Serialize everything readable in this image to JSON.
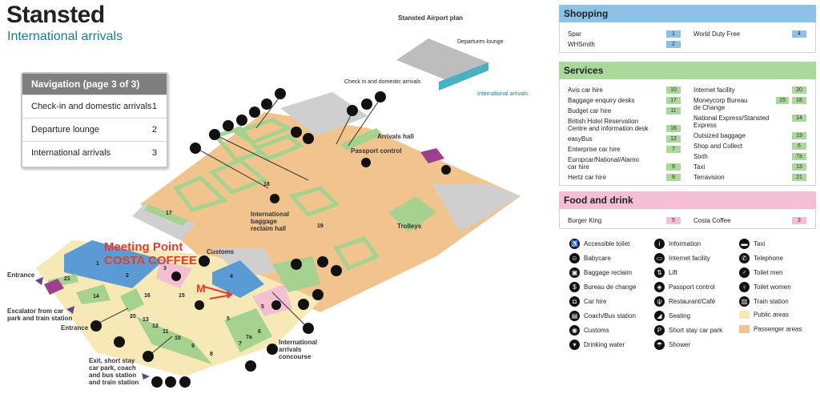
{
  "header": {
    "title": "Stansted",
    "subtitle": "International arrivals"
  },
  "plan": {
    "title": "Stansted Airport plan",
    "departures": "Departures lounge",
    "checkin": "Check in and domestic arrivals",
    "international": "International arrivals"
  },
  "navigation": {
    "title": "Navigation (page 3 of 3)",
    "items": [
      {
        "label": "Check-in and domestic arrivals",
        "num": "1"
      },
      {
        "label": "Departure lounge",
        "num": "2"
      },
      {
        "label": "International arrivals",
        "num": "3"
      }
    ]
  },
  "map_labels": {
    "arrivals_hall": "Arrivals hall",
    "passport_control": "Passport control",
    "baggage_hall_1": "International",
    "baggage_hall_2": "baggage",
    "baggage_hall_3": "reclaim hall",
    "trolleys": "Trolleys",
    "customs": "Customs",
    "meeting_1": "Meeting Point",
    "meeting_2": "COSTA COFFEE",
    "m_marker": "M",
    "entrance_left": "Entrance",
    "entrance_bottom": "Entrance",
    "escalator_1": "Escalator from car",
    "escalator_2": "park and train station",
    "exit_1": "Exit, short stay",
    "exit_2": "car park, coach",
    "exit_3": "and bus station",
    "exit_4": "and train station",
    "concourse_1": "International",
    "concourse_2": "arrivals",
    "concourse_3": "concourse",
    "nums": {
      "n1": "1",
      "n2": "2",
      "n3": "3",
      "n4": "4",
      "n5": "5",
      "n5b": "5",
      "n6": "6",
      "n7": "7",
      "n7a": "7a",
      "n8": "8",
      "n9": "9",
      "n10": "10",
      "n11": "11",
      "n12": "12",
      "n13": "13",
      "n14": "14",
      "n15": "15",
      "n16": "16",
      "n17": "17",
      "n18": "18",
      "n19": "19",
      "n20": "20",
      "n21": "21"
    }
  },
  "shopping": {
    "title": "Shopping",
    "items": [
      {
        "label": "Spar",
        "num": "1"
      },
      {
        "label": "WHSmith",
        "num": "2"
      },
      {
        "label": "World Duty Free",
        "num": "4"
      }
    ]
  },
  "services": {
    "title": "Services",
    "left": [
      {
        "label": "Avis car hire",
        "num": "10"
      },
      {
        "label": "Baggage enquiry desks",
        "num": "17"
      },
      {
        "label": "Budget car hire",
        "num": "11"
      },
      {
        "label": "British Hotel Reservation",
        "label2": "Centre and information desk",
        "num": "16"
      },
      {
        "label": "easyBus",
        "num": "12"
      },
      {
        "label": "Enterprise car hire",
        "num": "7"
      },
      {
        "label": "Europcar/National/Alamo",
        "label2": "car hire",
        "num": "9"
      },
      {
        "label": "Hertz car hire",
        "num": "8"
      }
    ],
    "right": [
      {
        "label": "Internet facility",
        "num": "20"
      },
      {
        "label": "Moneycorp Bureau",
        "label2": "de Change",
        "num": "15",
        "num2": "18"
      },
      {
        "label": "National Express/Stansted",
        "label2": "Express",
        "num": "14"
      },
      {
        "label": "Outsized baggage",
        "num": "19"
      },
      {
        "label": "Shop and Collect",
        "num": "6"
      },
      {
        "label": "Sixth",
        "num": "7a"
      },
      {
        "label": "Taxi",
        "num": "13"
      },
      {
        "label": "Terravision",
        "num": "21"
      }
    ]
  },
  "food": {
    "title": "Food and drink",
    "items": [
      {
        "label": "Burger King",
        "num": "5"
      },
      {
        "label": "Costa Coffee",
        "num": "3"
      }
    ]
  },
  "legend": {
    "col1": [
      {
        "label": "Accessible toilet",
        "icon": "wheelchair-icon",
        "glyph": "♿"
      },
      {
        "label": "Babycare",
        "icon": "baby-icon",
        "glyph": "☺"
      },
      {
        "label": "Baggage reclaim",
        "icon": "baggage-icon",
        "glyph": "▣"
      },
      {
        "label": "Bureau de change",
        "icon": "exchange-icon",
        "glyph": "$"
      },
      {
        "label": "Car hire",
        "icon": "car-icon",
        "glyph": "◘"
      },
      {
        "label": "Coach/Bus station",
        "icon": "bus-icon",
        "glyph": "▤"
      },
      {
        "label": "Customs",
        "icon": "customs-icon",
        "glyph": "◉"
      },
      {
        "label": "Drinking water",
        "icon": "water-icon",
        "glyph": "▾"
      }
    ],
    "col2": [
      {
        "label": "Information",
        "icon": "info-icon",
        "glyph": "i"
      },
      {
        "label": "Internet facility",
        "icon": "internet-icon",
        "glyph": "▭"
      },
      {
        "label": "Lift",
        "icon": "lift-icon",
        "glyph": "⇅"
      },
      {
        "label": "Passport control",
        "icon": "passport-icon",
        "glyph": "◈"
      },
      {
        "label": "Restaurant/Café",
        "icon": "restaurant-icon",
        "glyph": "ψ"
      },
      {
        "label": "Seating",
        "icon": "seating-icon",
        "glyph": "◢"
      },
      {
        "label": "Short stay car park",
        "icon": "parking-icon",
        "glyph": "P"
      },
      {
        "label": "Shower",
        "icon": "shower-icon",
        "glyph": "☂"
      }
    ],
    "col3": [
      {
        "label": "Taxi",
        "icon": "taxi-icon",
        "glyph": "▬"
      },
      {
        "label": "Telephone",
        "icon": "telephone-icon",
        "glyph": "✆"
      },
      {
        "label": "Toilet men",
        "icon": "toilet-men-icon",
        "glyph": "♂"
      },
      {
        "label": "Toilet women",
        "icon": "toilet-women-icon",
        "glyph": "♀"
      },
      {
        "label": "Train station",
        "icon": "train-icon",
        "glyph": "▥"
      },
      {
        "label": "Public areas",
        "swatch": "#f6e9b5"
      },
      {
        "label": "Passenger areas",
        "swatch": "#f1c48e"
      }
    ]
  },
  "colors": {
    "public": "#f6e9b5",
    "passenger": "#f1c48e",
    "shop": "#5b9bd5",
    "food": "#f4bfd3",
    "service": "#a5d38f",
    "meeting": "#e53b2c",
    "head_shop": "#8ec1e6",
    "head_service": "#a9d89a",
    "head_food": "#f4bfd5"
  }
}
